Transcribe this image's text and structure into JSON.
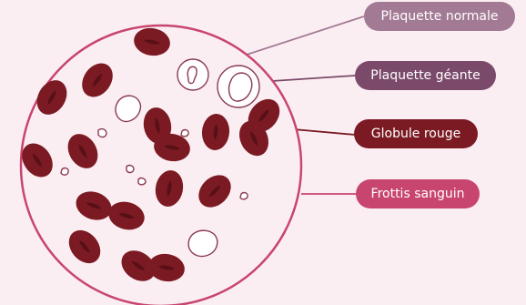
{
  "labels": {
    "normal_platelet": "Plaquette normale",
    "giant_platelet": "Plaquette géante",
    "red_blood_cell": "Globule rouge",
    "blood_smear": "Frottis sanguin"
  },
  "colors": {
    "background": "#fbeef3",
    "smear_outline": "#c8456f",
    "red_cell": "#7b1a22",
    "red_cell_center": "#571016",
    "platelet_outline": "#8a3a50",
    "label_normal": "#a27a94",
    "label_giant": "#7b4a6a",
    "label_red_cell": "#7b1a22",
    "label_smear": "#c8456f"
  }
}
